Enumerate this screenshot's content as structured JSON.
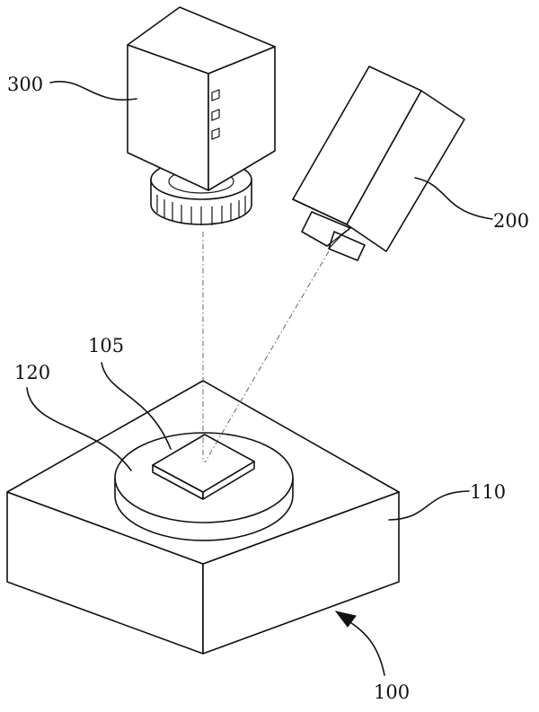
{
  "labels": {
    "system": "100",
    "sample": "105",
    "stage": "110",
    "holder": "120",
    "light_source": "200",
    "camera": "300"
  }
}
